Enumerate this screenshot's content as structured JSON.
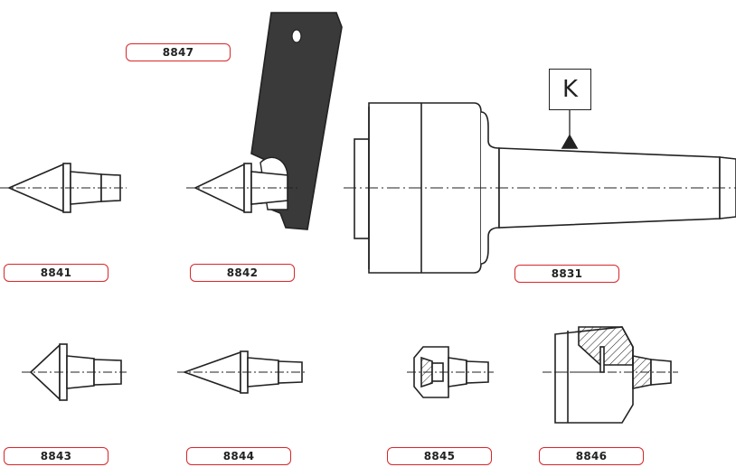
{
  "labels": {
    "part_8847": "8847",
    "part_8841": "8841",
    "part_8842": "8842",
    "part_8831": "8831",
    "part_8843": "8843",
    "part_8844": "8844",
    "part_8845": "8845",
    "part_8846": "8846"
  },
  "callout": {
    "letter": "K"
  },
  "colors": {
    "tag_border": "#d7272a",
    "line": "#222222",
    "dark_part": "#3a3a3a"
  }
}
